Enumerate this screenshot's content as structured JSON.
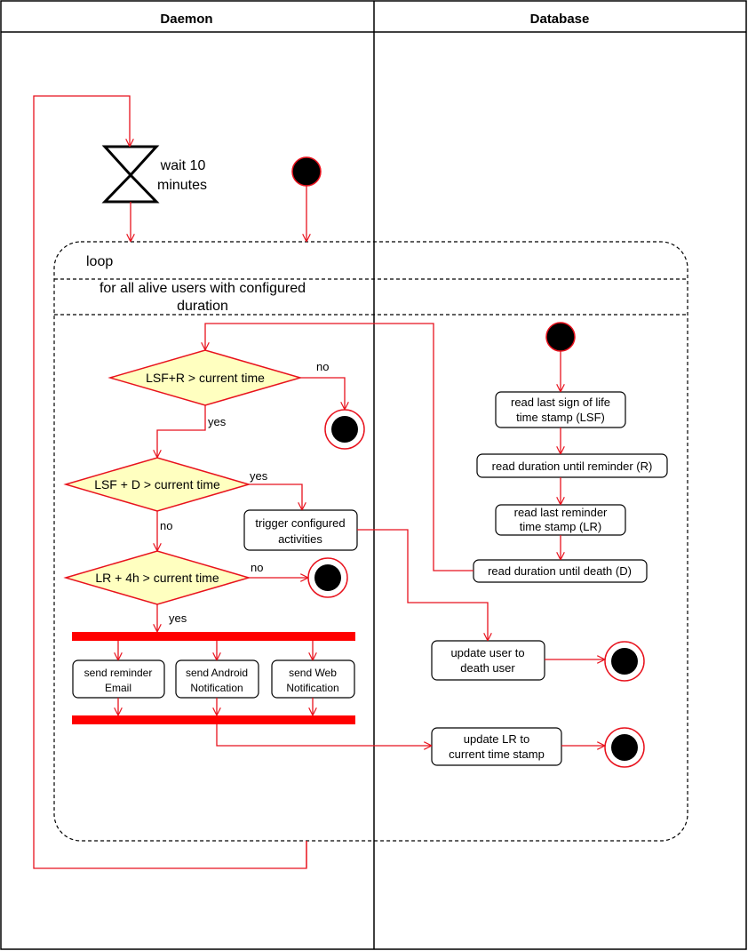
{
  "lanes": {
    "left": "Daemon",
    "right": "Database"
  },
  "wait": {
    "line1": "wait 10",
    "line2": "minutes"
  },
  "loop": {
    "keyword": "loop",
    "condition_line1": "for all alive users with configured",
    "condition_line2": "duration"
  },
  "decisions": {
    "d1": "LSF+R > current time",
    "d2": "LSF + D > current time",
    "d3": "LR + 4h > current time"
  },
  "edge_labels": {
    "d1_no": "no",
    "d1_yes": "yes",
    "d2_yes": "yes",
    "d2_no": "no",
    "d3_no": "no",
    "d3_yes": "yes"
  },
  "actions": {
    "trigger": {
      "line1": "trigger configured",
      "line2": "activities"
    },
    "send_email": {
      "line1": "send reminder",
      "line2": "Email"
    },
    "send_android": {
      "line1": "send Android",
      "line2": "Notification"
    },
    "send_web": {
      "line1": "send Web",
      "line2": "Notification"
    },
    "read_lsf": {
      "line1": "read last sign of life",
      "line2": "time stamp (LSF)"
    },
    "read_r": {
      "line1": "read duration until reminder (R)"
    },
    "read_lr": {
      "line1": "read last reminder",
      "line2": "time stamp (LR)"
    },
    "read_d": {
      "line1": "read duration until death (D)"
    },
    "update_death": {
      "line1": "update user to",
      "line2": "death user"
    },
    "update_lr": {
      "line1": "update LR to",
      "line2": "current time stamp"
    }
  },
  "colors": {
    "flow": "#e8121d",
    "decision_fill": "#ffffc0",
    "node_fill": "#000000",
    "lane_border": "#000000"
  }
}
